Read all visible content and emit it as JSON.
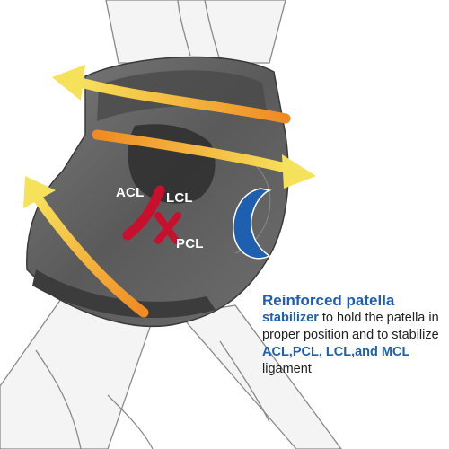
{
  "labels": {
    "acl": "ACL",
    "lcl": "LCL",
    "pcl": "PCL"
  },
  "description": {
    "title": "Reinforced patella",
    "highlight1": "stabilizer",
    "text1": " to hold the patella in proper position and to stabilize ",
    "highlight2": "ACL,PCL, LCL,and MCL",
    "text2": "  ligament"
  },
  "colors": {
    "sleeve_dark": "#4a4a4a",
    "sleeve_mid": "#6b6b6b",
    "ligament_red": "#c8102e",
    "patella_blue": "#1f5fb0",
    "arrow_yellow": "#f6e15a",
    "arrow_orange": "#f08a24",
    "text_blue": "#1f5fb0"
  }
}
